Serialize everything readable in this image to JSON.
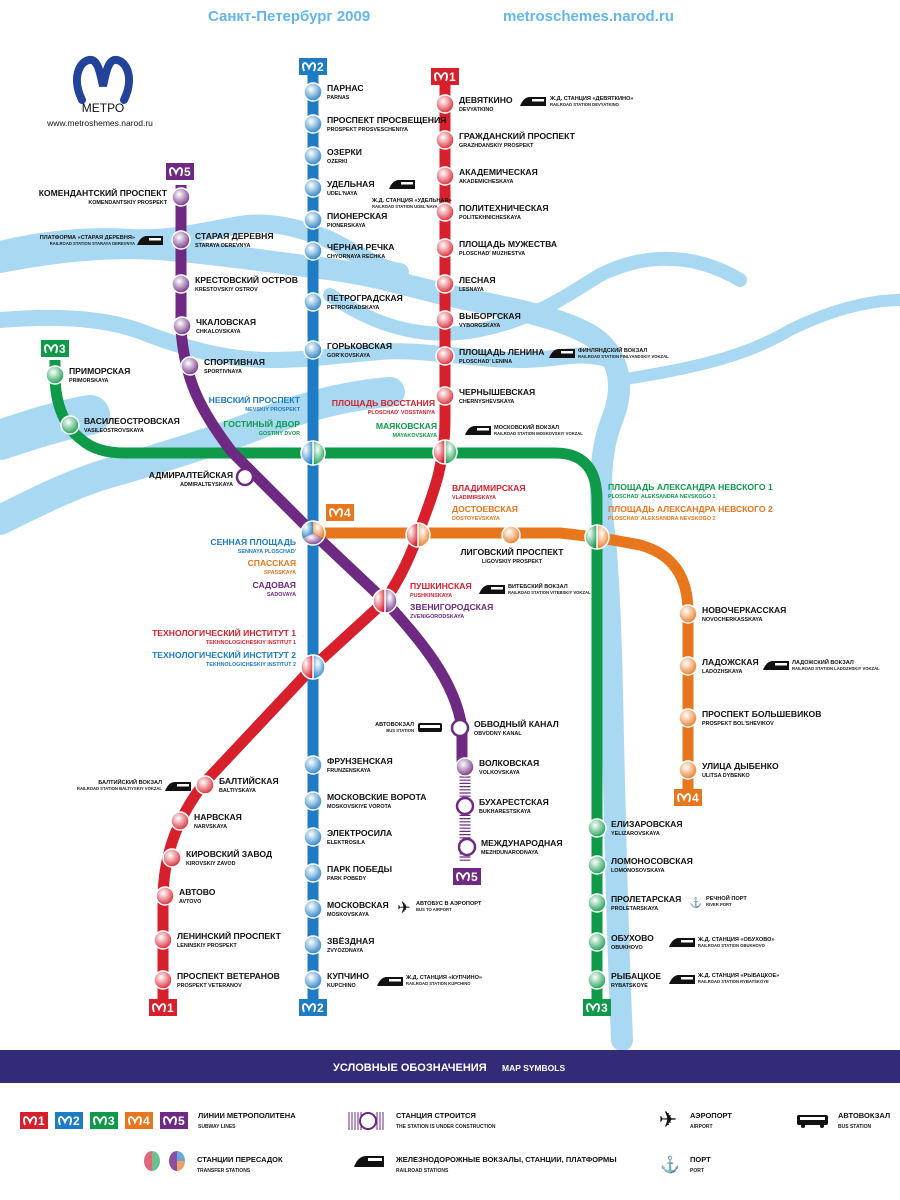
{
  "header": {
    "title": "Санкт-Петербург 2009",
    "site": "metroschemes.narod.ru"
  },
  "logo": {
    "text": "МЕТРО",
    "url": "www.metroshemes.narod.ru"
  },
  "lines": [
    {
      "id": "1",
      "color": "#d81f2c",
      "stations": [
        {
          "ru": "ДЕВЯТКИНО",
          "en": "DEVYATKINO",
          "note": {
            "icon": "train",
            "ru": "Ж.Д. СТАНЦИЯ «ДЕВЯТКИНО»",
            "en": "RAILROAD STATION DEVYATKINO"
          }
        },
        {
          "ru": "ГРАЖДАНСКИЙ ПРОСПЕКТ",
          "en": "GRAZHDANSKIY PROSPEKT"
        },
        {
          "ru": "АКАДЕМИЧЕСКАЯ",
          "en": "AKADEMICHESKAYA"
        },
        {
          "ru": "ПОЛИТЕХНИЧЕСКАЯ",
          "en": "POLITEKHNICHESKAYA"
        },
        {
          "ru": "ПЛОЩАДЬ МУЖЕСТВА",
          "en": "PLOSCHAD' MUZHESTVA"
        },
        {
          "ru": "ЛЕСНАЯ",
          "en": "LESNAYA"
        },
        {
          "ru": "ВЫБОРГСКАЯ",
          "en": "VYBORGSKAYA"
        },
        {
          "ru": "ПЛОЩАДЬ ЛЕНИНА",
          "en": "PLOSCHAD' LENINA",
          "note": {
            "icon": "train",
            "ru": "ФИНЛЯНДСКИЙ ВОКЗАЛ",
            "en": "RAILROAD STATION FINLYANDSKIY VOKZAL"
          }
        },
        {
          "ru": "ЧЕРНЫШЕВСКАЯ",
          "en": "CHERNYSHEVSKAYA"
        },
        {
          "ru": "ПЛОЩАДЬ ВОССТАНИЯ",
          "en": "PLOSCHAD' VOSSTANIYA"
        },
        {
          "ru": "ВЛАДИМИРСКАЯ",
          "en": "VLADIMIRSKAYA"
        },
        {
          "ru": "ПУШКИНСКАЯ",
          "en": "PUSHKINSKAYA",
          "note": {
            "icon": "train",
            "ru": "ВИТЕБСКИЙ ВОКЗАЛ",
            "en": "RAILROAD STATION VITEBSKIY VOKZAL"
          }
        },
        {
          "ru": "ТЕХНОЛОГИЧЕСКИЙ ИНСТИТУТ 1",
          "en": "TEKHNOLOGICHESKIY INSTITUT 1"
        },
        {
          "ru": "БАЛТИЙСКАЯ",
          "en": "BALTIYSKAYA",
          "note": {
            "icon": "train",
            "ru": "БАЛТИЙСКИЙ ВОКЗАЛ",
            "en": "RAILROAD STATION BALTIYSKIY VOKZAL"
          }
        },
        {
          "ru": "НАРВСКАЯ",
          "en": "NARVSKAYA"
        },
        {
          "ru": "КИРОВСКИЙ ЗАВОД",
          "en": "KIROVSKIY ZAVOD"
        },
        {
          "ru": "АВТОВО",
          "en": "AVTOVO"
        },
        {
          "ru": "ЛЕНИНСКИЙ ПРОСПЕКТ",
          "en": "LENINSKIY PROSPEKT"
        },
        {
          "ru": "ПРОСПЕКТ ВЕТЕРАНОВ",
          "en": "PROSPEKT VETERANOV"
        }
      ]
    },
    {
      "id": "2",
      "color": "#1e7cc4",
      "stations": [
        {
          "ru": "ПАРНАС",
          "en": "PARNAS"
        },
        {
          "ru": "ПРОСПЕКТ ПРОСВЕЩЕНИЯ",
          "en": "PROSPEKT PROSVESCHENIYA"
        },
        {
          "ru": "ОЗЕРКИ",
          "en": "OZERKI"
        },
        {
          "ru": "УДЕЛЬНАЯ",
          "en": "UDEL'NAYA",
          "note": {
            "icon": "train",
            "ru": "Ж.Д. СТАНЦИЯ «УДЕЛЬНАЯ»",
            "en": "RAILROAD STATION UDEL'NAYA"
          }
        },
        {
          "ru": "ПИОНЕРСКАЯ",
          "en": "PIONERSKAYA"
        },
        {
          "ru": "ЧЁРНАЯ РЕЧКА",
          "en": "CHYORNAYA RECHKA"
        },
        {
          "ru": "ПЕТРОГРАДСКАЯ",
          "en": "PETROGRADSKAYA"
        },
        {
          "ru": "ГОРЬКОВСКАЯ",
          "en": "GOR'KOVSKAYA"
        },
        {
          "ru": "НЕВСКИЙ ПРОСПЕКТ",
          "en": "NEVSKIY PROSPEKT"
        },
        {
          "ru": "СЕННАЯ ПЛОЩАДЬ",
          "en": "SENNAYA PLOSCHAD'"
        },
        {
          "ru": "ТЕХНОЛОГИЧЕСКИЙ ИНСТИТУТ 2",
          "en": "TEKHNOLOGICHESKIY INSTITUT 2"
        },
        {
          "ru": "ФРУНЗЕНСКАЯ",
          "en": "FRUNZENSKAYA"
        },
        {
          "ru": "МОСКОВСКИЕ ВОРОТА",
          "en": "MOSKOVSKIYE VOROTA"
        },
        {
          "ru": "ЭЛЕКТРОСИЛА",
          "en": "ELEKTROSILA"
        },
        {
          "ru": "ПАРК ПОБЕДЫ",
          "en": "PARK POBEDY"
        },
        {
          "ru": "МОСКОВСКАЯ",
          "en": "MOSKOVSKAYA",
          "note": {
            "icon": "airplane",
            "ru": "АВТОБУС В АЭРОПОРТ",
            "en": "BUS TO AIRPORT"
          }
        },
        {
          "ru": "ЗВЁЗДНАЯ",
          "en": "ZVYOZDNAYA"
        },
        {
          "ru": "КУПЧИНО",
          "en": "KUPCHINO",
          "note": {
            "icon": "train",
            "ru": "Ж.Д. СТАНЦИЯ «КУПЧИНО»",
            "en": "RAILROAD STATION KUPCHINO"
          }
        }
      ]
    },
    {
      "id": "3",
      "color": "#0f9a4a",
      "stations": [
        {
          "ru": "ПРИМОРСКАЯ",
          "en": "PRIMORSKAYA"
        },
        {
          "ru": "ВАСИЛЕОСТРОВСКАЯ",
          "en": "VASILEOSTROVSKAYA"
        },
        {
          "ru": "ГОСТИНЫЙ ДВОР",
          "en": "GOSTINY DVOR"
        },
        {
          "ru": "МАЯКОВСКАЯ",
          "en": "MAYAKOVSKAYA",
          "note": {
            "icon": "train",
            "ru": "МОСКОВСКИЙ ВОКЗАЛ",
            "en": "RAILROAD STATION MOSKOVSKIY VOKZAL"
          }
        },
        {
          "ru": "ПЛОЩАДЬ АЛЕКСАНДРА НЕВСКОГО 1",
          "en": "PLOSCHAD' ALEKSANDRA NEVSKOGO 1"
        },
        {
          "ru": "ЕЛИЗАРОВСКАЯ",
          "en": "YELIZAROVSKAYA"
        },
        {
          "ru": "ЛОМОНОСОВСКАЯ",
          "en": "LOMONOSOVSKAYA"
        },
        {
          "ru": "ПРОЛЕТАРСКАЯ",
          "en": "PROLETARSKAYA",
          "note": {
            "icon": "anchor",
            "ru": "РЕЧНОЙ ПОРТ",
            "en": "RIVER PORT"
          }
        },
        {
          "ru": "ОБУХОВО",
          "en": "OBUKHOVO",
          "note": {
            "icon": "train",
            "ru": "Ж.Д. СТАНЦИЯ «ОБУХОВО»",
            "en": "RAILROAD STATION OBUKHOVO"
          }
        },
        {
          "ru": "РЫБАЦКОЕ",
          "en": "RYBATSKOYE",
          "note": {
            "icon": "train",
            "ru": "Ж.Д. СТАНЦИЯ «РЫБАЦКОЕ»",
            "en": "RAILROAD STATION RYBATSKOYE"
          }
        }
      ]
    },
    {
      "id": "4",
      "color": "#e8761c",
      "stations": [
        {
          "ru": "СПАССКАЯ",
          "en": "SPASSKAYA"
        },
        {
          "ru": "ДОСТОЕВСКАЯ",
          "en": "DOSTOYEVSKAYA"
        },
        {
          "ru": "ЛИГОВСКИЙ ПРОСПЕКТ",
          "en": "LIGOVSKIY PROSPEKT"
        },
        {
          "ru": "ПЛОЩАДЬ АЛЕКСАНДРА НЕВСКОГО 2",
          "en": "PLOSCHAD' ALEKSANDRA NEVSKOGO 2"
        },
        {
          "ru": "НОВОЧЕРКАССКАЯ",
          "en": "NOVOCHERKASSKAYA"
        },
        {
          "ru": "ЛАДОЖСКАЯ",
          "en": "LADOZHSKAYA",
          "note": {
            "icon": "train",
            "ru": "ЛАДОЖСКИЙ ВОКЗАЛ",
            "en": "RAILROAD STATION LADOZHSKIY VOKZAL"
          }
        },
        {
          "ru": "ПРОСПЕКТ БОЛЬШЕВИКОВ",
          "en": "PROSPEKT BOL'SHEVIKOV"
        },
        {
          "ru": "УЛИЦА ДЫБЕНКО",
          "en": "ULITSA DYBENKO"
        }
      ]
    },
    {
      "id": "5",
      "color": "#6e2a82",
      "stations": [
        {
          "ru": "КОМЕНДАНТСКИЙ ПРОСПЕКТ",
          "en": "KOMENDANTSKIY PROSPEKT"
        },
        {
          "ru": "СТАРАЯ ДЕРЕВНЯ",
          "en": "STARAYA DEREVNYA",
          "note": {
            "icon": "train",
            "ru": "ПЛАТФОРМА «СТАРАЯ ДЕРЕВНЯ»",
            "en": "RAILROAD STATION STARAYA DEREVNYA"
          }
        },
        {
          "ru": "КРЕСТОВСКИЙ ОСТРОВ",
          "en": "KRESTOVSKIY OSTROV"
        },
        {
          "ru": "ЧКАЛОВСКАЯ",
          "en": "CHKALOVSKAYA"
        },
        {
          "ru": "СПОРТИВНАЯ",
          "en": "SPORTIVNAYA"
        },
        {
          "ru": "АДМИРАЛТЕЙСКАЯ",
          "en": "ADMIRALTEYSKAYA"
        },
        {
          "ru": "САДОВАЯ",
          "en": "SADOVAYA"
        },
        {
          "ru": "ЗВЕНИГОРОДСКАЯ",
          "en": "ZVENIGORODSKAYA"
        },
        {
          "ru": "ОБВОДНЫЙ КАНАЛ",
          "en": "OBVODNY KANAL",
          "note": {
            "icon": "bus",
            "ru": "АВТОВОКЗАЛ",
            "en": "BUS STATION"
          }
        },
        {
          "ru": "ВОЛКОВСКАЯ",
          "en": "VOLKOVSKAYA"
        },
        {
          "ru": "БУХАРЕСТСКАЯ",
          "en": "BUKHARESTSKAYA"
        },
        {
          "ru": "МЕЖДУНАРОДНАЯ",
          "en": "MEZHDUNARODNAYA"
        }
      ]
    }
  ],
  "legend": {
    "title_ru": "УСЛОВНЫЕ ОБОЗНАЧЕНИЯ",
    "title_en": "MAP SYMBOLS",
    "lines_ru": "ЛИНИИ МЕТРОПОЛИТЕНА",
    "lines_en": "SUBWAY LINES",
    "construction_ru": "СТАНЦИЯ СТРОИТСЯ",
    "construction_en": "THE STATION IS UNDER CONSTRUCTION",
    "airport_ru": "АЭРОПОРТ",
    "airport_en": "AIRPORT",
    "bus_ru": "АВТОВОКЗАЛ",
    "bus_en": "BUS STATION",
    "transfer_ru": "СТАНЦИИ ПЕРЕСАДОК",
    "transfer_en": "TRANSFER STATIONS",
    "rail_ru": "ЖЕЛЕЗНОДОРОЖНЫЕ ВОКЗАЛЫ, СТАНЦИИ, ПЛАТФОРМЫ",
    "rail_en": "RAILROAD STATIONS",
    "port_ru": "ПОРТ",
    "port_en": "PORT"
  },
  "colors": {
    "water": "#a9d9f2",
    "legend_bar": "#332a78",
    "header": "#62b6ea"
  }
}
